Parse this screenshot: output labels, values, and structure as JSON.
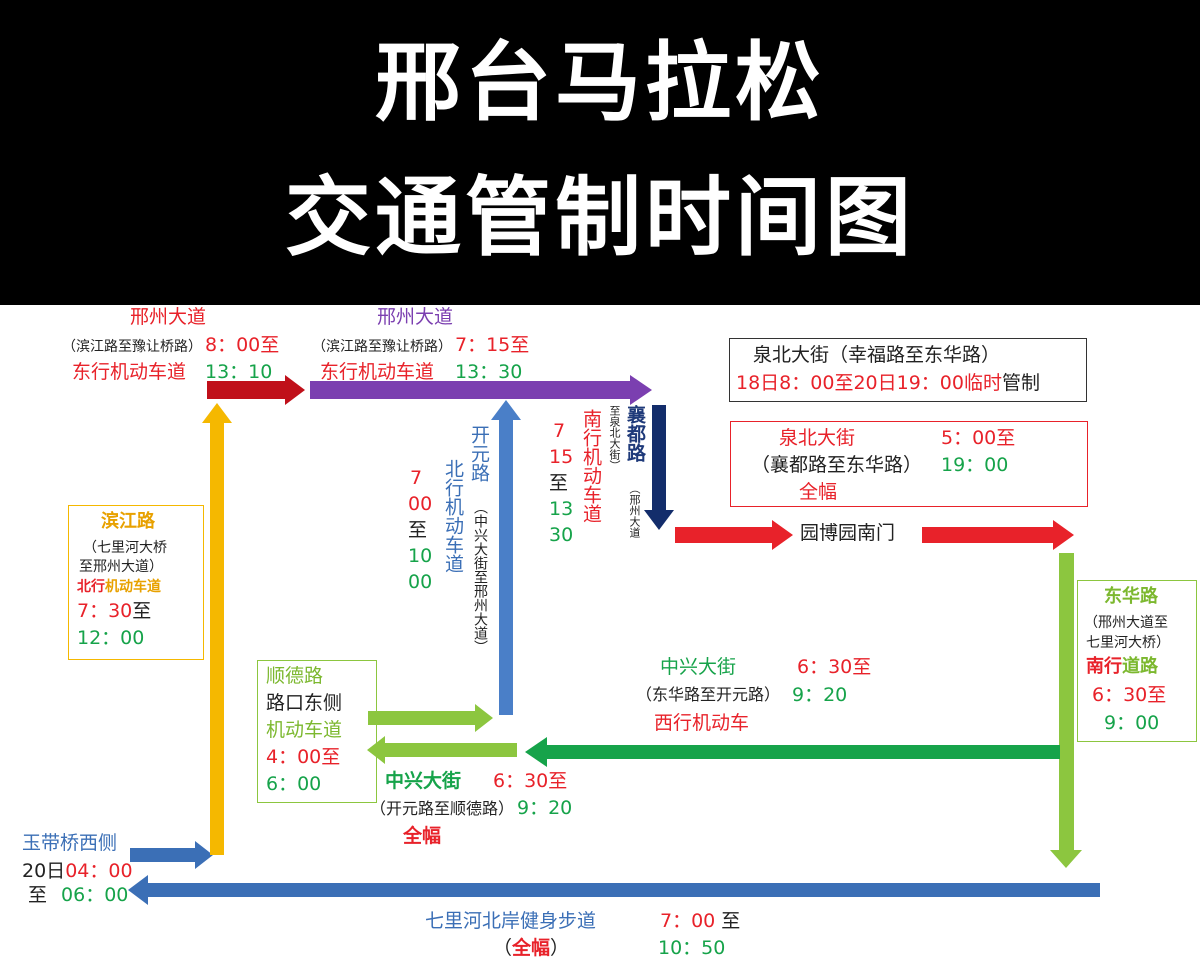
{
  "title": {
    "line1": "邢台马拉松",
    "line2": "交通管制时间图"
  },
  "segments": {
    "xingzhou1": {
      "name": "邢州大道",
      "sub": "（滨江路至豫让桥路）",
      "lane": "东行机动车道",
      "from": "8：00至",
      "to": "13：10"
    },
    "xingzhou2": {
      "name": "邢州大道",
      "sub": "（滨江路至豫让桥路）",
      "lane": "东行机动车道",
      "from": "7：15至",
      "to": "13：30"
    },
    "quanbei_temp": {
      "line1": "泉北大街（幸福路至东华路）",
      "line2_a": "18日8：00至20日19：00",
      "line2_b": "临时",
      "line2_c": "管制"
    },
    "quanbei": {
      "name": "泉北大街",
      "sub": "（襄都路至东华路）",
      "scope": "全幅",
      "from": "5：00至",
      "to": "19：00"
    },
    "yuanboyuan": "园博园南门",
    "xiangdu": {
      "name": "襄都路",
      "sub": "（邢州大道",
      "sub2": "至泉北大街）",
      "lane": "南行机动车道",
      "t1": "7",
      "t2": "15",
      "t3": "至",
      "t4": "13",
      "t5": "30"
    },
    "kaiyuan": {
      "name": "开元路",
      "sub": "（中兴大街至邢州大道）",
      "lane": "北行机动车道",
      "t1": "7",
      "t2": "00",
      "t3": "至",
      "t4": "10",
      "t5": "00"
    },
    "binjiang": {
      "name": "滨江路",
      "sub1": "（七里河大桥",
      "sub2": "至邢州大道）",
      "lane_a": "北行",
      "lane_b": "机动车道",
      "from_a": "7：30",
      "from_b": "至",
      "to": "12：00"
    },
    "donghua": {
      "name": "东华路",
      "sub1": "（邢州大道至",
      "sub2": "七里河大桥）",
      "lane_a": "南行",
      "lane_b": "道路",
      "from": "6：30至",
      "to": "9：00"
    },
    "zhongxing1": {
      "name": "中兴大街",
      "sub": "（东华路至开元路）",
      "lane": "西行机动车",
      "from": "6：30至",
      "to": "9：20"
    },
    "shunde": {
      "name": "顺德路",
      "line2": "路口东侧",
      "lane": "机动车道",
      "from": "4：00至",
      "to": "6：00"
    },
    "zhongxing2": {
      "name": "中兴大街",
      "sub": "（开元路至顺德路）",
      "scope": "全幅",
      "from": "6：30至",
      "to": "9：20"
    },
    "yudai": {
      "name": "玉带桥西侧",
      "day": "20日",
      "from": "04：00",
      "zhi": "至",
      "to": "06：00"
    },
    "qilihe": {
      "name": "七里河北岸健身步道",
      "scope_l": "（",
      "scope": "全幅",
      "scope_r": "）",
      "from": "7：00",
      "zhi": "至",
      "to": "10：50"
    }
  },
  "colors": {
    "red": "#e8222a",
    "dark_red": "#c0101a",
    "purple": "#7b3fb0",
    "navy": "#132d6b",
    "blue": "#3b6fb6",
    "orange": "#f5b800",
    "light_green": "#8cc63f",
    "green": "#16a34a"
  }
}
